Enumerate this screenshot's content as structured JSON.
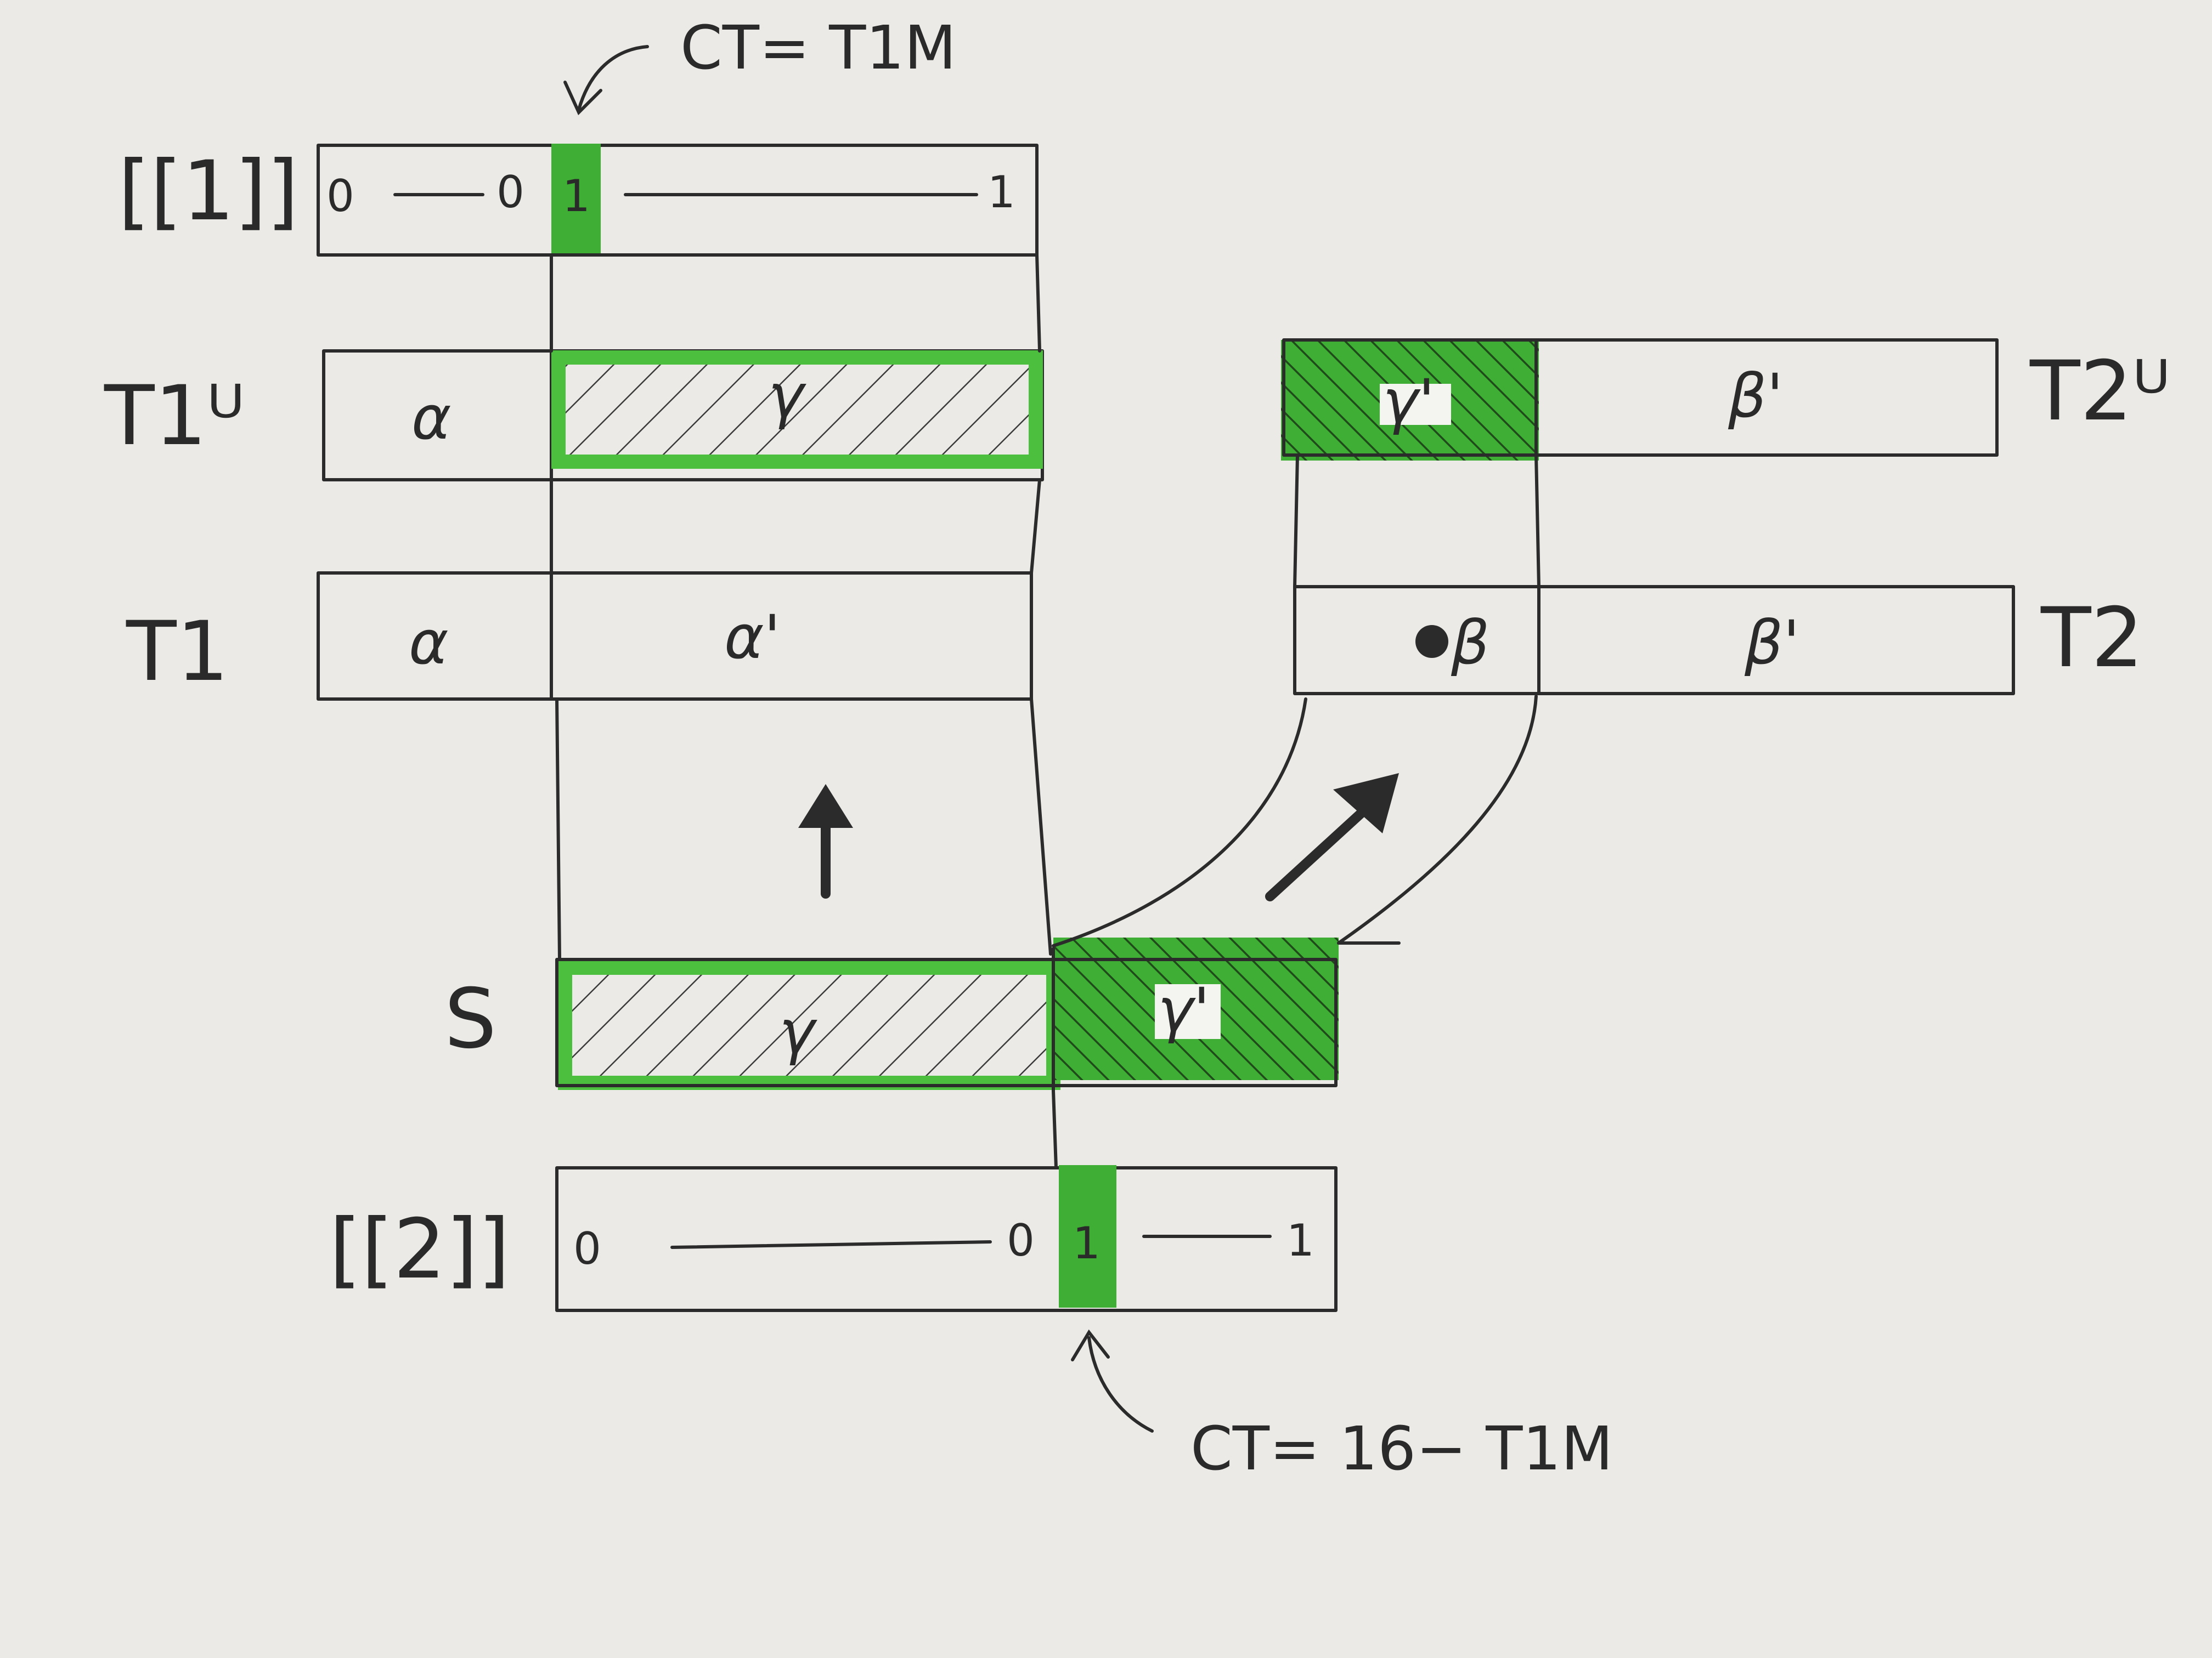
{
  "rows": {
    "interval1": {
      "label": "[[1]]",
      "left_start": "0",
      "left_end": "0",
      "mark": "1",
      "right_end": "1"
    },
    "t1u": {
      "label": "T1ᵁ",
      "left_cell": "α",
      "right_cell": "γ"
    },
    "t1": {
      "label": "T1",
      "left_cell": "α",
      "right_cell": "α'"
    },
    "s": {
      "label": "S",
      "left_cell": "γ",
      "right_cell": "γ'"
    },
    "interval2": {
      "label": "[[2]]",
      "left_start": "0",
      "left_end": "0",
      "mark": "1",
      "right_end": "1"
    },
    "t2u": {
      "label": "T2ᵁ",
      "left_cell": "γ'",
      "right_cell": "β'"
    },
    "t2": {
      "label": "T2",
      "left_cell": "β",
      "right_cell": "β'"
    }
  },
  "annotations": {
    "top": "CT= T1M",
    "bottom": "CT= 16− T1M"
  },
  "colors": {
    "highlight": "#3fae35",
    "ink": "#2b2b2b",
    "paper": "#ebeae6"
  }
}
